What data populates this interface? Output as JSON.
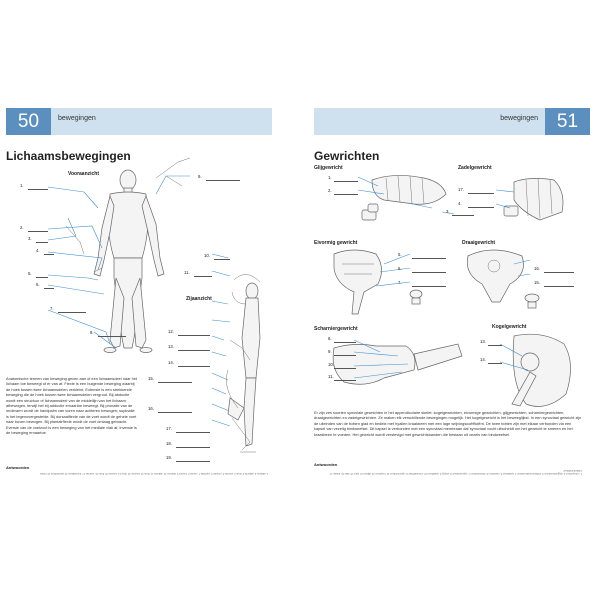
{
  "left": {
    "page_number": "50",
    "section": "bewegingen",
    "title": "Lichaamsbewegingen",
    "front_label": "Vooraanzicht",
    "side_label": "Zijaanzicht",
    "numbers": [
      "1.",
      "2.",
      "3.",
      "4.",
      "5.",
      "6.",
      "7.",
      "8.",
      "9.",
      "10.",
      "11.",
      "12.",
      "13.",
      "14.",
      "15.",
      "16.",
      "17.",
      "18.",
      "19."
    ],
    "body_text": "Anatomische termen van beweging geven aan of een lichaamsdeel naar het lichaam toe beweegt of er van af. Flexie is een buigende beweging waarbij de hoek tussen twee lichaamsdelen verkleint. Extensie is een strekkende beweging die de hoek tussen twee lichaamsdelen vergroot. Bij abductie wordt een structuur of lichaamsdeel van de middellijn van het lichaam afbewogen, terwijl het bij adductie ernaartoe beweegt. Bij pronatie van de onderarm wordt de handpalm van voren naar achteren bewogen; supinatie is het tegenovergestelde. Bij dorsaalflexie van de voet wordt de gehele voet naar boven bewogen. Bij plantairflexie wordt de voet omlaag gebracht. Eversie van de voetzool is een beweging van het mediale vlak af, inversie is de beweging ernaartoe.",
    "answers_heading": "Antwoorden",
    "answers_text": "1. abductie 2. adductie 3. flexie 4. extensie 5. pronatie 6. supinatie 7. eversie 8. inversie 9. abductie 10. adductie 11. flexie 12. extensie 13. flexie 14. extensie 15. flexie 16. extensie 17. dorsaalflexie 18. plantairflexie 19. rotatie"
  },
  "right": {
    "page_number": "51",
    "section": "bewegingen",
    "title": "Gewrichten",
    "glij": "Glijgewricht",
    "zadel": "Zadelgewricht",
    "eivormig": "Eivormig gewricht",
    "draai": "Draaigewricht",
    "scharnier": "Scharniergewricht",
    "kogel": "Kogelgewricht",
    "numbers": [
      "1.",
      "2.",
      "3.",
      "4.",
      "5.",
      "6.",
      "7.",
      "8.",
      "9.",
      "10.",
      "11.",
      "12.",
      "13.",
      "14.",
      "15.",
      "16.",
      "17."
    ],
    "body_text": "Er zijn zes soorten synoviale gewrichten in het appendiculaire skelet: kogelgewrichten, eivormige gewrichten, glijgewrichten, scharniergewrichten, draaigewrichten en zadelgewrichten. Ze maken elk verschillende bewegingen mogelijk. Het kogelgewricht is het beweeglijkst. In een synoviaal gewricht zijn de uiteinden van de botten glad en bedekt met hyalien kraakbeen met een lage wrijvingscoëfficiënt. De twee botten zijn met elkaar verbonden via een kapsel van vezelig bindweefsel. Dit kapsel is verbonden met een synoviaal membraan dat synoviaal vocht uitscheidt om het gewricht te smeren en het kraakbeen te voeden. Het gewricht wordt verstevigd met gewrichtsbanden die bestaan uit vezels van bindweefsel.",
    "answers_heading": "Antwoorden",
    "answers_text": "1. scheepsbeen 2. wiggenbeenderen 3. middenvoetsbeenderen 4. spaakbeen 5. maanbeen 6. driehoeksbeen 7. opperarmbeen 8. ellepijp 9. spaakbeen 10. schouderblad 11. opperarmbeen 12. heupbeen 13. dijbeen 14. dens 15. atlas 16. draaier 17. middenhandsbeen"
  }
}
